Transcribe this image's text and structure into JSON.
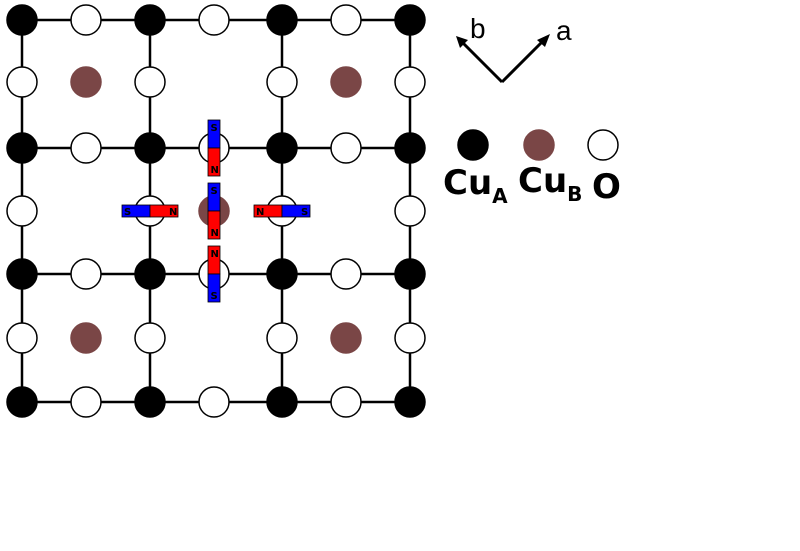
{
  "axes": {
    "a_label": "a",
    "b_label": "b"
  },
  "legend": {
    "cu_a": {
      "main": "Cu",
      "sub": "A"
    },
    "cu_b": {
      "main": "Cu",
      "sub": "B"
    },
    "o": {
      "main": "O"
    }
  },
  "magnets": {
    "north": "N",
    "south": "S"
  },
  "colors": {
    "cu_a": "#000000",
    "cu_b": "#7a4646",
    "o": "#ffffff",
    "magnet_north": "#ff0000",
    "magnet_south": "#0000ff"
  }
}
